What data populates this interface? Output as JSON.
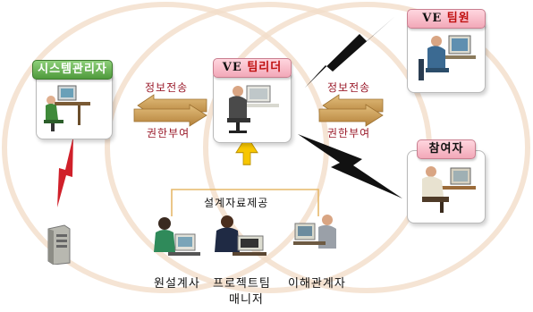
{
  "nodes": {
    "sysadmin": {
      "label": "시스템관리자"
    },
    "leader": {
      "prefix": "VE",
      "label": "팀리더"
    },
    "team": {
      "prefix": "VE",
      "label": "팀원"
    },
    "participant": {
      "label": "참여자"
    }
  },
  "left_flow": {
    "top_label": "정보전송",
    "bottom_label": "권한부여"
  },
  "right_flow": {
    "top_label": "정보전송",
    "bottom_label": "권한부여"
  },
  "supply_label": "설계자료제공",
  "bottom_labels": {
    "designer": "원설계사",
    "project_manager_line1": "프로젝트팀",
    "project_manager_line2": "매니저",
    "stakeholder": "이해관계자"
  },
  "colors": {
    "arrow": "#c79a52",
    "up_arrow": "#f5c400",
    "lightning": "#111111",
    "lightning_red": "#d0202a",
    "tag_green": "#5aa845",
    "tag_pink": "#f4b1c1",
    "label_red": "#9a1a2a"
  }
}
